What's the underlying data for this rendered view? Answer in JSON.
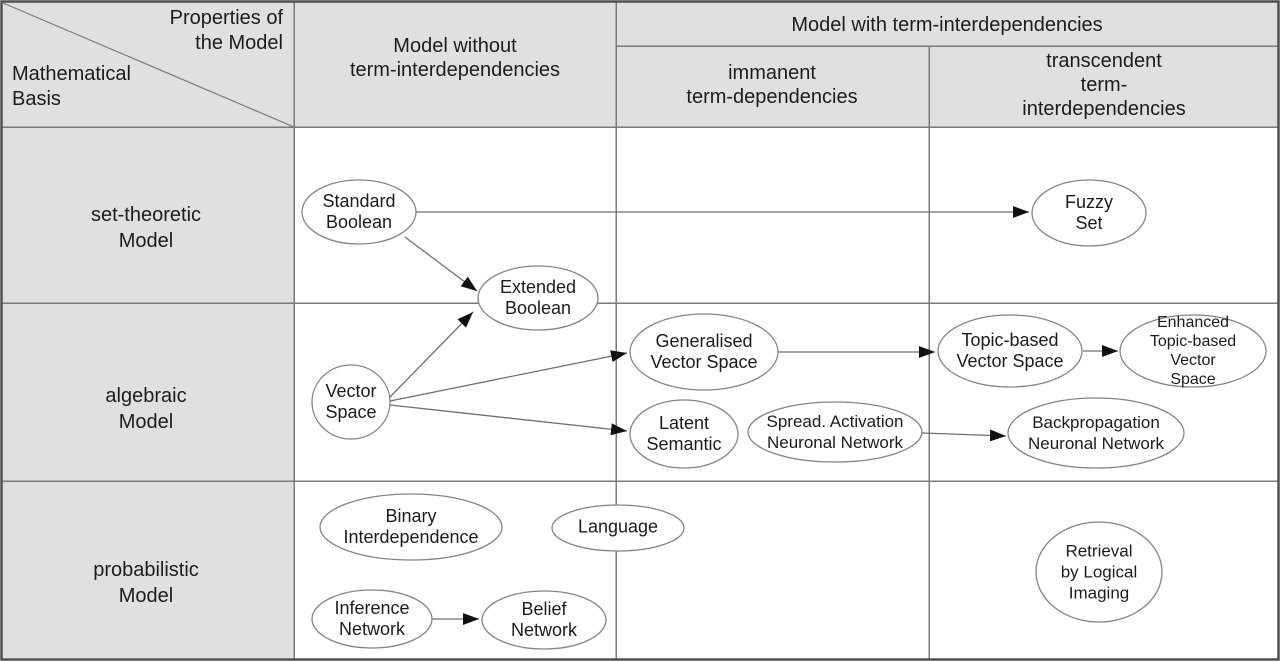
{
  "title": "Classification of IR models by mathematical basis and term-interdependency properties",
  "header": {
    "corner_top": "Properties of\nthe Model",
    "corner_bottom": "Mathematical\nBasis",
    "col_without": "Model without\nterm-interdependencies",
    "col_with": "Model with term-interdependencies",
    "col_immanent": "immanent\nterm-dependencies",
    "col_transcendent": "transcendent\nterm-interdependencies"
  },
  "rows": [
    {
      "label": "set-theoretic\nModel"
    },
    {
      "label": "algebraic\nModel"
    },
    {
      "label": "probabilistic\nModel"
    }
  ],
  "nodes": {
    "standard_boolean": {
      "label": "Standard\nBoolean"
    },
    "extended_boolean": {
      "label": "Extended\nBoolean"
    },
    "fuzzy_set": {
      "label": "Fuzzy\nSet"
    },
    "vector_space": {
      "label": "Vector\nSpace"
    },
    "generalised_vector_space": {
      "label": "Generalised\nVector Space"
    },
    "latent_semantic": {
      "label": "Latent\nSemantic"
    },
    "spread_activation": {
      "label": "Spread. Activation\nNeuronal Network"
    },
    "topic_based_vector_space": {
      "label": "Topic-based\nVector Space"
    },
    "enhanced_topic_based_vector_space": {
      "label": "Enhanced\nTopic-based\nVector Space"
    },
    "backpropagation_neuronal_network": {
      "label": "Backpropagation\nNeuronal Network"
    },
    "binary_interdependence": {
      "label": "Binary\nInterdependence"
    },
    "language": {
      "label": "Language"
    },
    "inference_network": {
      "label": "Inference\nNetwork"
    },
    "belief_network": {
      "label": "Belief\nNetwork"
    },
    "retrieval_by_logical_imaging": {
      "label": "Retrieval\nby Logical\nImaging"
    }
  },
  "edges": [
    {
      "from": "standard_boolean",
      "to": "fuzzy_set"
    },
    {
      "from": "standard_boolean",
      "to": "extended_boolean"
    },
    {
      "from": "vector_space",
      "to": "extended_boolean"
    },
    {
      "from": "vector_space",
      "to": "generalised_vector_space"
    },
    {
      "from": "vector_space",
      "to": "latent_semantic"
    },
    {
      "from": "generalised_vector_space",
      "to": "topic_based_vector_space"
    },
    {
      "from": "topic_based_vector_space",
      "to": "enhanced_topic_based_vector_space"
    },
    {
      "from": "spread_activation",
      "to": "backpropagation_neuronal_network"
    },
    {
      "from": "inference_network",
      "to": "belief_network"
    }
  ],
  "colors": {
    "header_bg": "#e0e0e0",
    "cell_bg": "#ffffff",
    "grid_line": "#7a7a7a",
    "outer_border": "#4f4f4f",
    "node_stroke": "#848484",
    "arrow_line": "#6f6f6f",
    "arrowhead": "#111111",
    "text": "#1c1c1c"
  }
}
